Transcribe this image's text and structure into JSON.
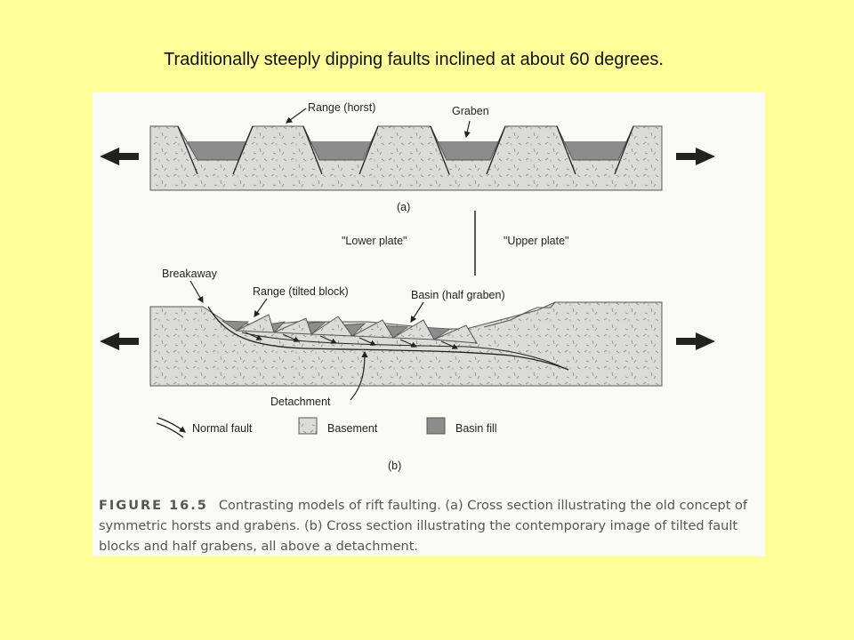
{
  "slide": {
    "title": "Traditionally steeply dipping faults inclined at about 60 degrees."
  },
  "diagram_a": {
    "label_range": "Range (horst)",
    "label_graben": "Graben",
    "panel_label": "(a)"
  },
  "middle": {
    "lower_plate": "\"Lower plate\"",
    "upper_plate": "\"Upper plate\""
  },
  "diagram_b": {
    "label_breakaway": "Breakaway",
    "label_range": "Range (tilted block)",
    "label_basin": "Basin (half graben)",
    "label_detachment": "Detachment",
    "panel_label": "(b)"
  },
  "legend": {
    "normal_fault": "Normal fault",
    "basement": "Basement",
    "basin_fill": "Basin fill"
  },
  "caption": {
    "figure_label": "FIGURE 16.5",
    "text": "Contrasting models of rift faulting. (a) Cross section illustrating the old concept of symmetric horsts and grabens. (b) Cross section illustrating the contemporary image of tilted fault blocks and half grabens, all above a detachment."
  },
  "colors": {
    "page_background": "#ffff99",
    "basement": "#dcdcd6",
    "basin_fill": "#8c8c8c",
    "panel": "#fbfbf5"
  }
}
